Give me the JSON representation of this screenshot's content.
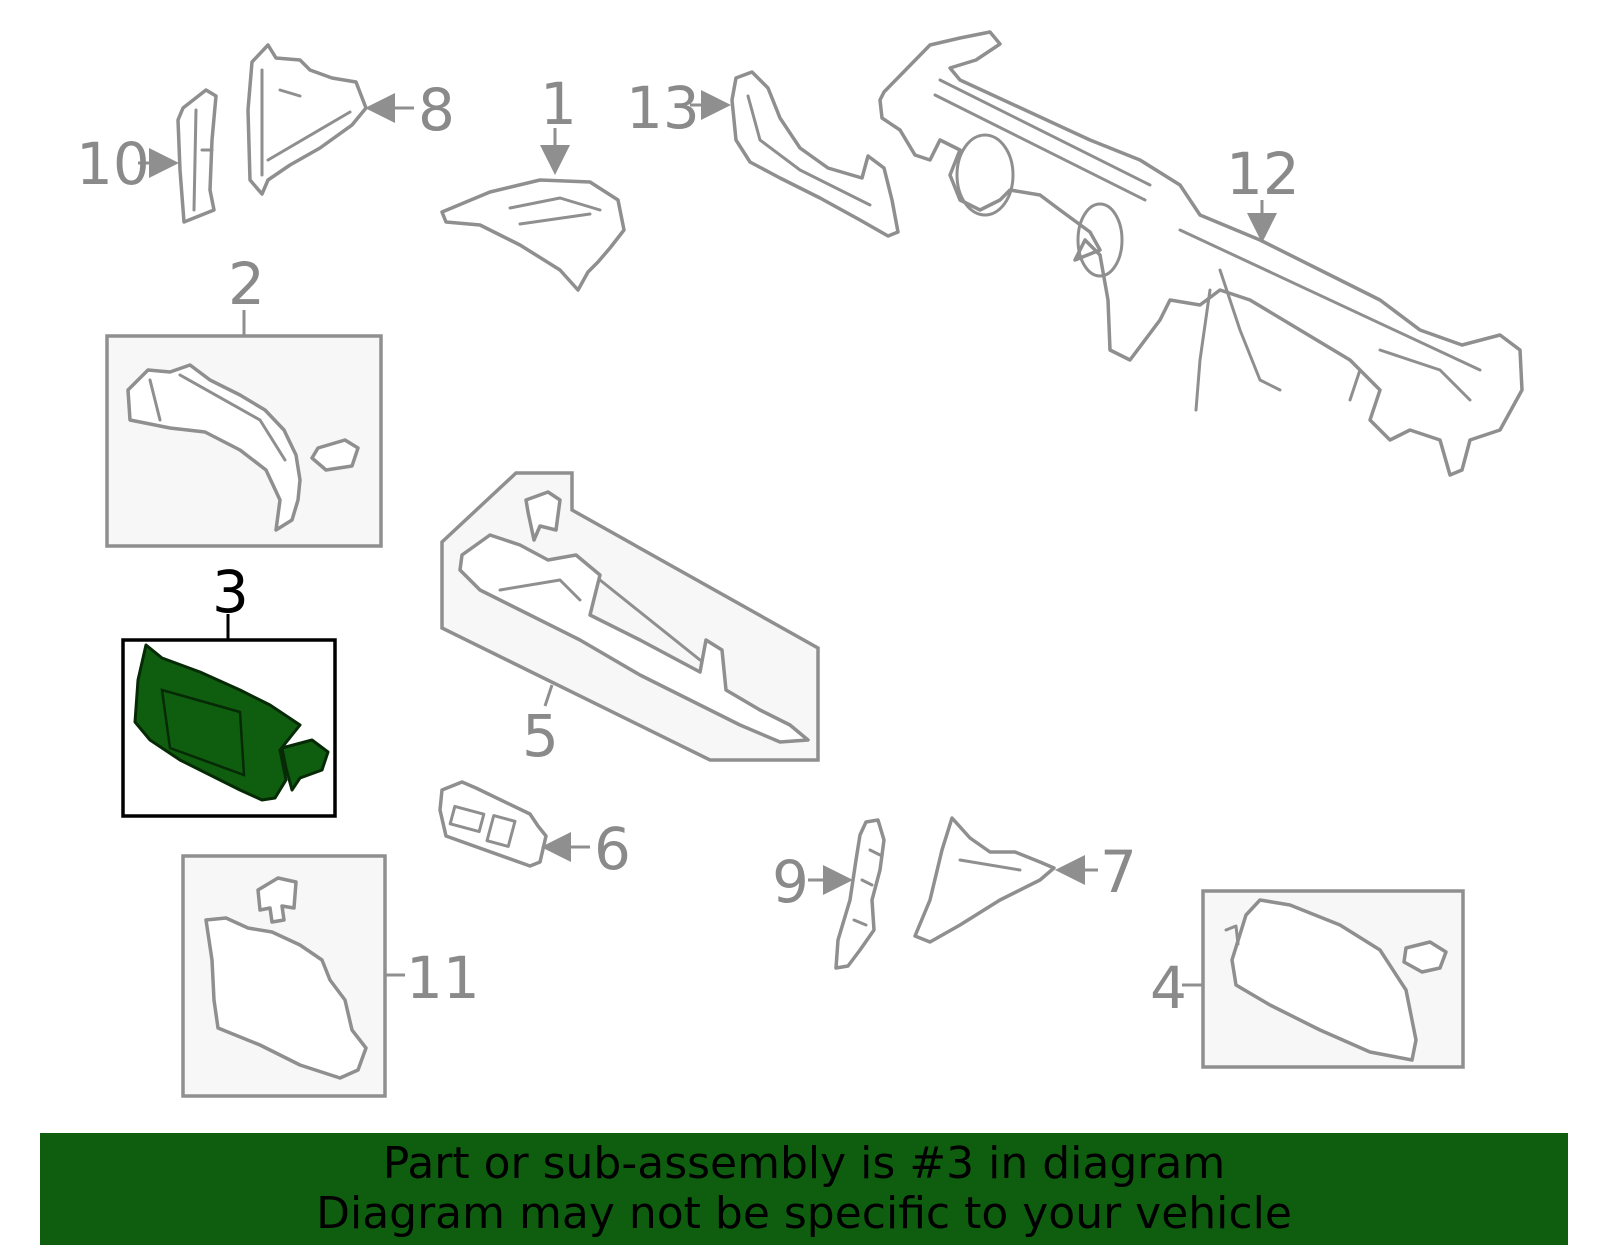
{
  "callouts": {
    "c1": "1",
    "c2": "2",
    "c3": "3",
    "c4": "4",
    "c5": "5",
    "c6": "6",
    "c7": "7",
    "c8": "8",
    "c9": "9",
    "c10": "10",
    "c11": "11",
    "c12": "12",
    "c13": "13"
  },
  "selected_part": "3",
  "colors": {
    "highlight": "#0f5e0f",
    "line": "#8f8f8f",
    "frame_fill": "#f7f7f7"
  },
  "banner": {
    "line1": "Part or sub-assembly is #3 in diagram",
    "line2": "Diagram may not be specific to your vehicle"
  }
}
